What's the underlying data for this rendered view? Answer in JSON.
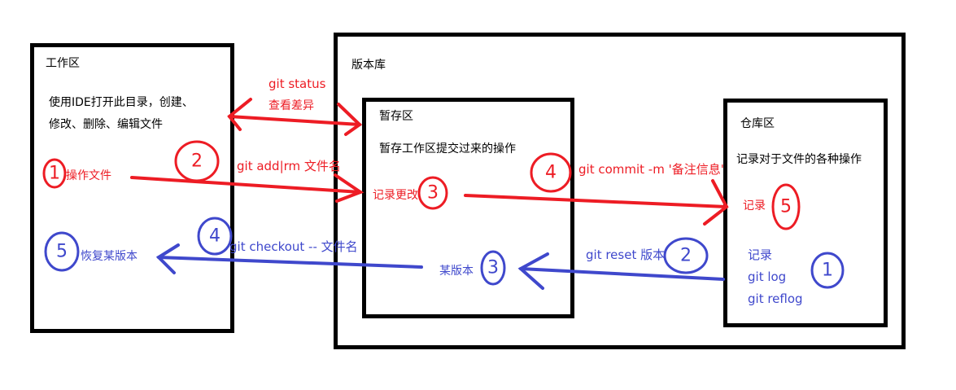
{
  "colors": {
    "red": "#ed1c24",
    "blue": "#3f48cc",
    "black": "#000000"
  },
  "workspace": {
    "title": "工作区",
    "desc_line1": "使用IDE打开此目录，创建、",
    "desc_line2": "修改、删除、编辑文件",
    "operate": "操作文件",
    "restore": "恢复某版本"
  },
  "repository": {
    "title": "版本库"
  },
  "staging": {
    "title": "暂存区",
    "desc": "暂存工作区提交过来的操作",
    "record_change": "记录更改",
    "some_version": "某版本"
  },
  "warehouse": {
    "title": "仓库区",
    "desc": "记录对于文件的各种操作",
    "record_red": "记录",
    "record_blue": "记录",
    "git_log": "git log",
    "git_reflog": "git reflog"
  },
  "commands": {
    "status": "git status",
    "status_desc": "查看差异",
    "add": "git add|rm 文件名",
    "commit": "git commit -m '备注信息'",
    "checkout": "git checkout -- 文件名",
    "reset": "git reset 版本"
  },
  "steps": {
    "red": [
      "1",
      "2",
      "3",
      "4",
      "5"
    ],
    "blue": [
      "1",
      "2",
      "3",
      "4",
      "5"
    ]
  }
}
